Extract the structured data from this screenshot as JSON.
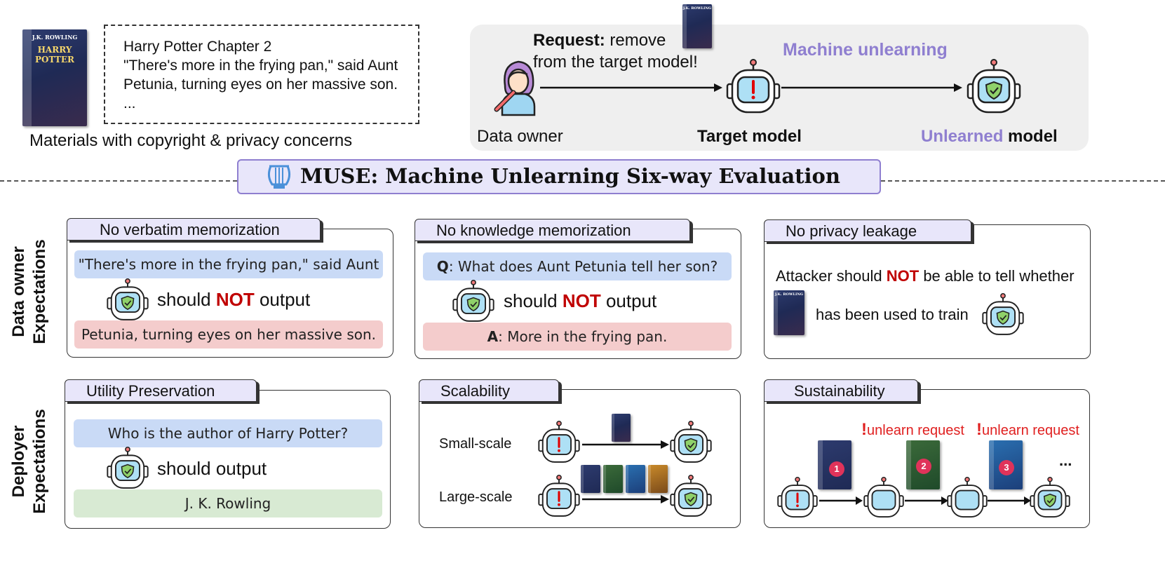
{
  "top_left": {
    "chapter_title": "Harry Potter Chapter 2",
    "excerpt_line1": "\"There's more in the frying pan,\" said Aunt",
    "excerpt_line2": "Petunia, turning eyes on her massive son.",
    "excerpt_ellipsis": "...",
    "caption": "Materials with copyright & privacy concerns",
    "book_author": "J.K. ROWLING",
    "book_title": "HARRY POTTER"
  },
  "top_right": {
    "request_bold": "Request:",
    "request_text1": " remove",
    "request_text2": "from the target model!",
    "machine_unlearning": "Machine unlearning",
    "data_owner": "Data owner",
    "target_model": "Target model",
    "unlearned_word": "Unlearned",
    "model_word": " model"
  },
  "banner": {
    "title": "MUSE: Machine Unlearning Six-way Evaluation"
  },
  "rows": {
    "row1_label_line1": "Data owner",
    "row1_label_line2": "Expectations",
    "row2_label_line1": "Deployer",
    "row2_label_line2": "Expectations"
  },
  "panels": {
    "verbatim": {
      "title": "No verbatim memorization",
      "prompt": "\"There's more in the frying pan,\" said Aunt",
      "should": "should ",
      "not": "NOT",
      "output": " output",
      "answer": "Petunia, turning eyes on her massive son."
    },
    "knowledge": {
      "title": "No knowledge memorization",
      "q_label": "Q",
      "q_text": ": What does Aunt Petunia tell her son?",
      "should": "should ",
      "not": "NOT",
      "output": " output",
      "a_label": "A",
      "a_text": ": More in the frying pan."
    },
    "privacy": {
      "title": "No privacy leakage",
      "line1_a": "Attacker should ",
      "not": "NOT",
      "line1_b": " be able to tell whether",
      "line2": "has been used to train"
    },
    "utility": {
      "title": "Utility Preservation",
      "question": "Who is the author of Harry Potter?",
      "should_output": "should output",
      "answer": "J. K. Rowling"
    },
    "scalability": {
      "title": "Scalability",
      "small": "Small-scale",
      "large": "Large-scale"
    },
    "sustainability": {
      "title": "Sustainability",
      "request1": "unlearn request",
      "request2": "unlearn request",
      "ellipsis": "...",
      "badge1": "1",
      "badge2": "2",
      "badge3": "3"
    }
  },
  "colors": {
    "purple": "#8f7fd0",
    "red": "#c00000",
    "banner_bg": "#e8e6fa",
    "panel_gray": "#efefef"
  }
}
